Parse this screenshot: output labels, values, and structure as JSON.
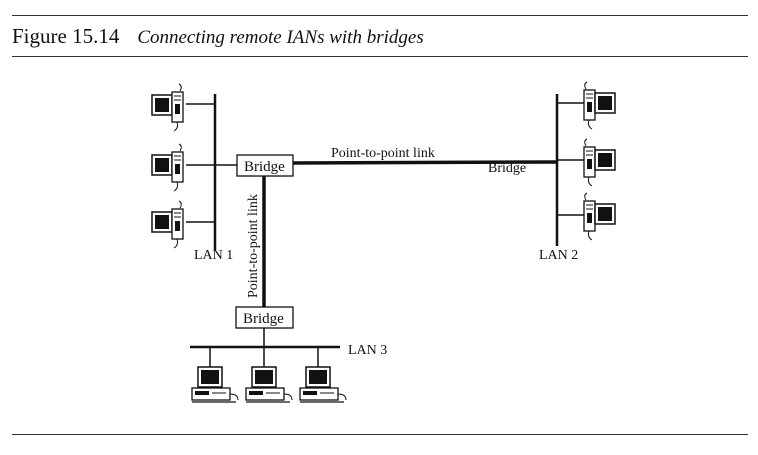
{
  "figure": {
    "number": "Figure 15.14",
    "title": "Connecting remote IANs with bridges"
  },
  "labels": {
    "lan1": "LAN 1",
    "lan2": "LAN 2",
    "lan3": "LAN 3",
    "bridge1": "Bridge",
    "bridge2": "Bridge",
    "bridge3": "Bridge",
    "link_horizontal": "Point-to-point link",
    "link_vertical": "Point-to-point link"
  }
}
